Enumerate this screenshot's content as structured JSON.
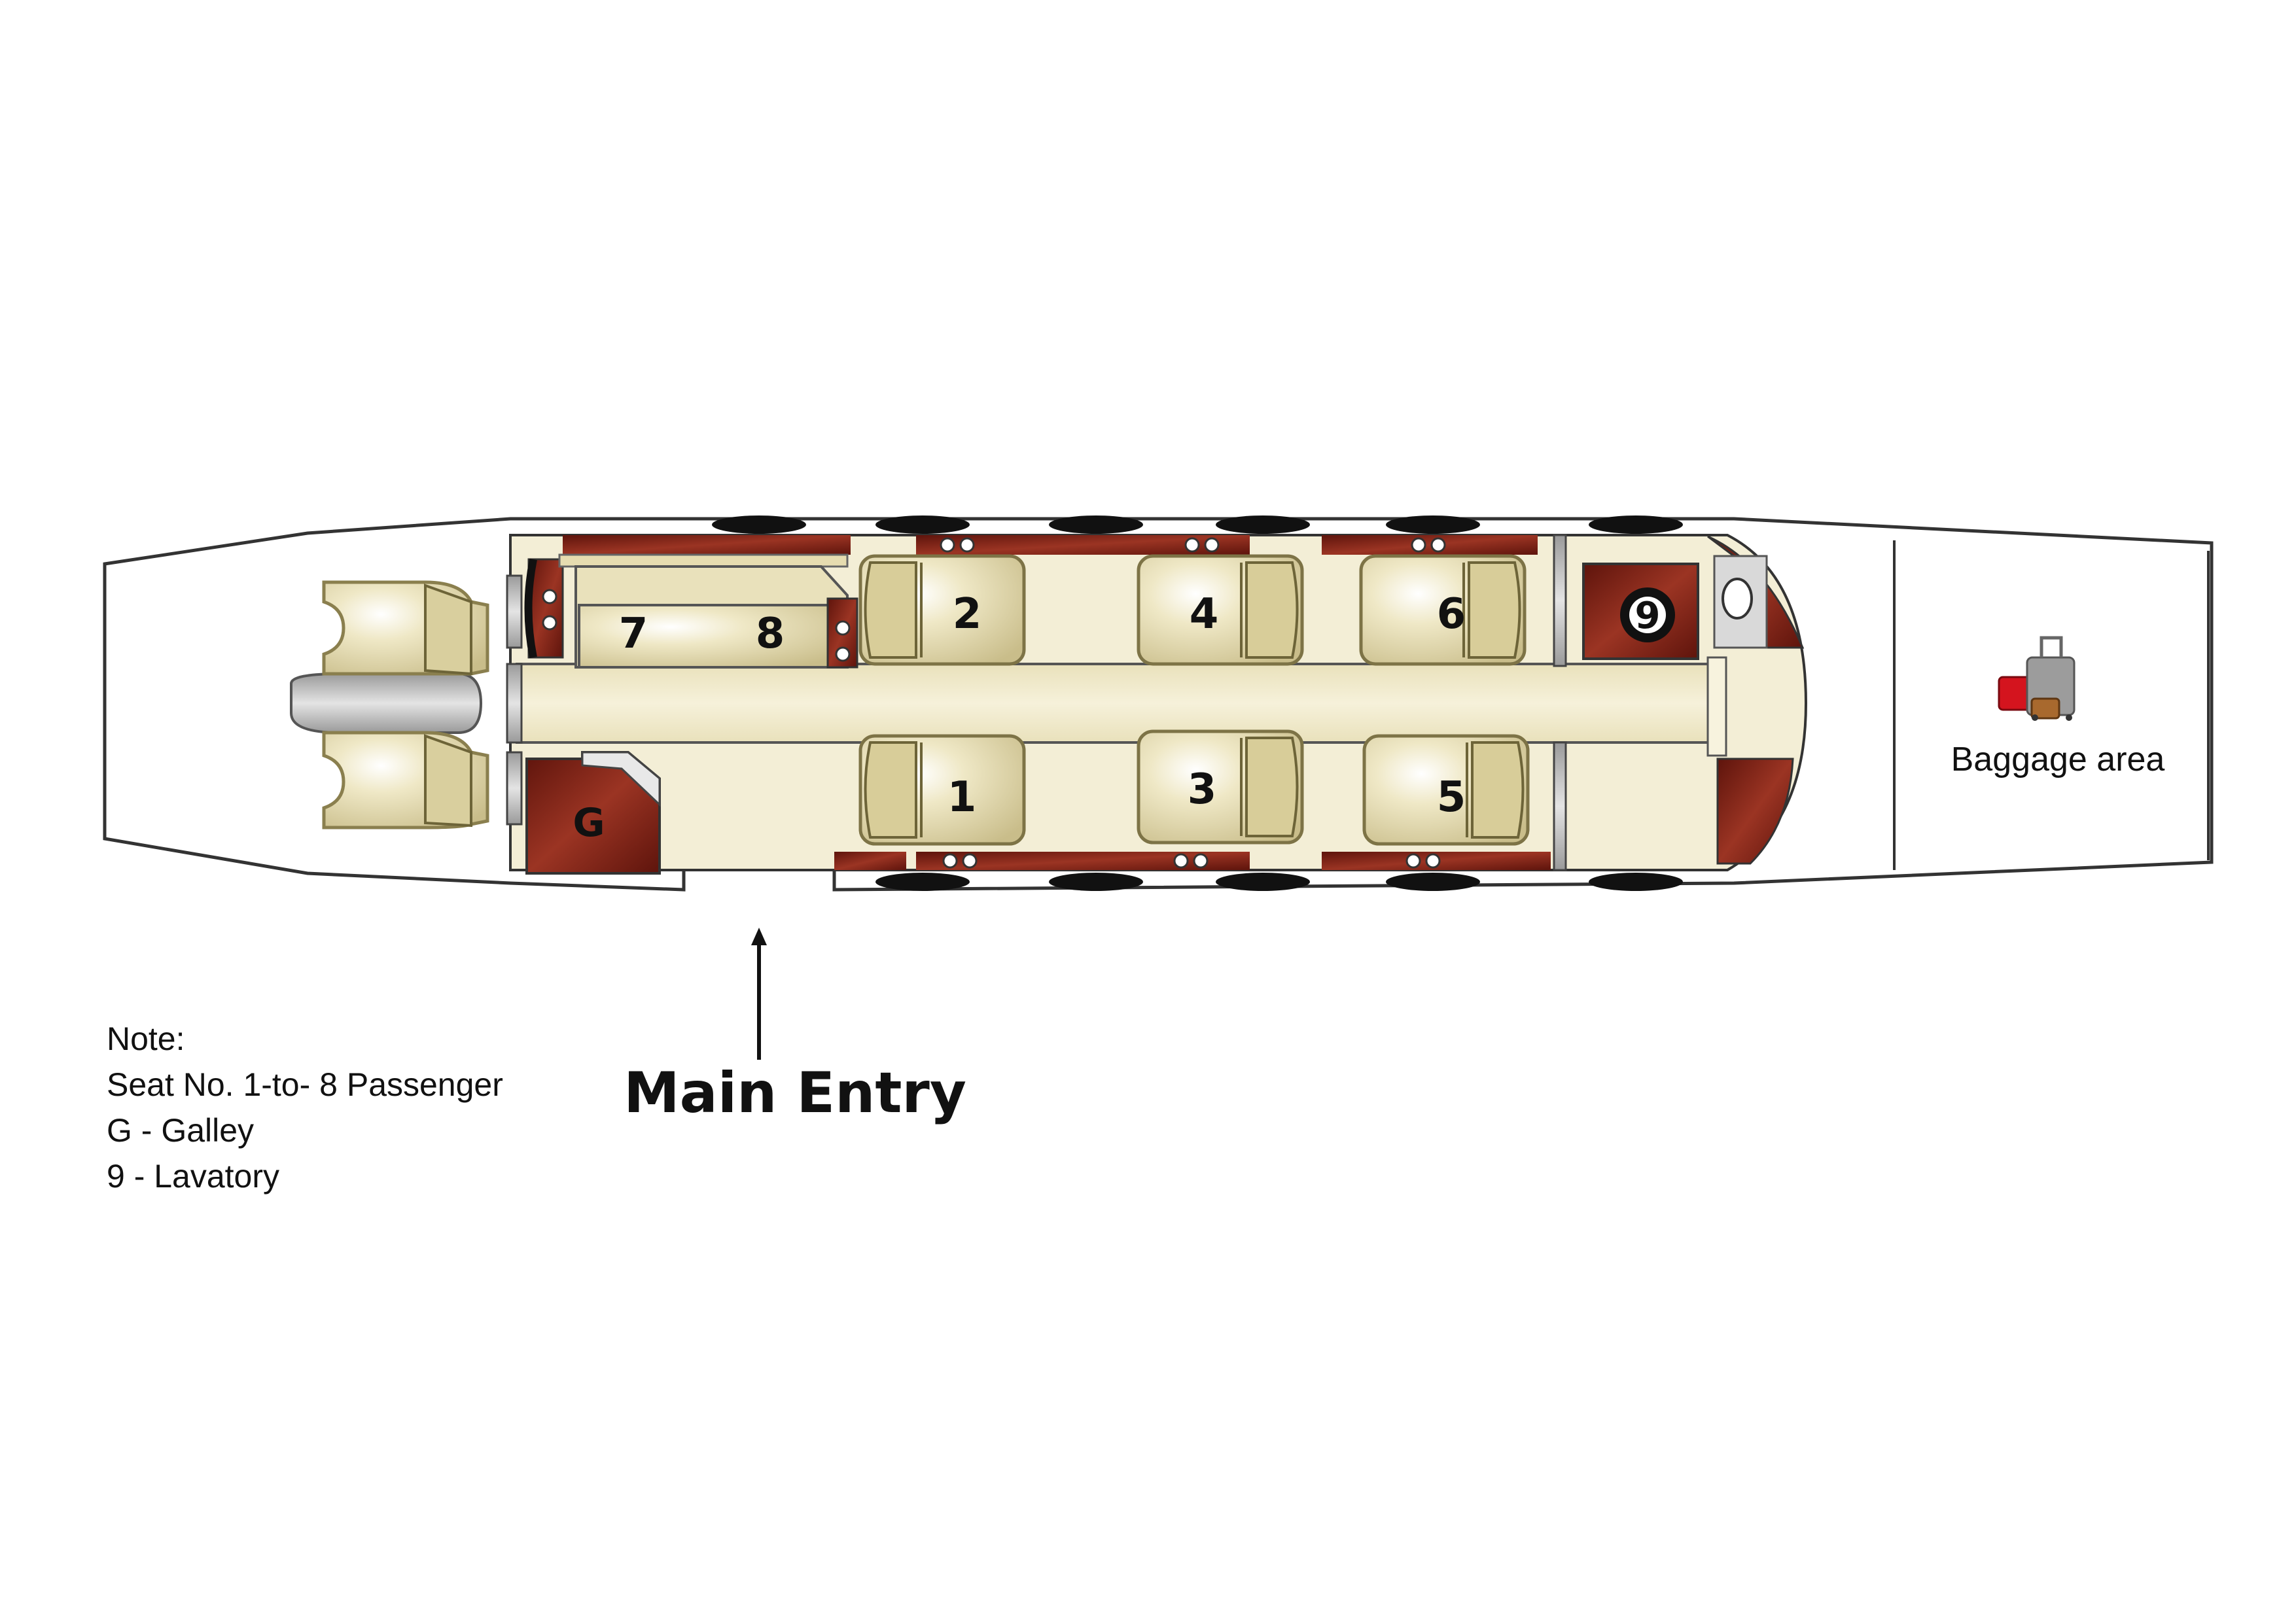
{
  "cabin": {
    "seats": [
      {
        "id": "seat-1",
        "number": "1"
      },
      {
        "id": "seat-2",
        "number": "2"
      },
      {
        "id": "seat-3",
        "number": "3"
      },
      {
        "id": "seat-4",
        "number": "4"
      },
      {
        "id": "seat-5",
        "number": "5"
      },
      {
        "id": "seat-6",
        "number": "6"
      },
      {
        "id": "seat-7",
        "number": "7"
      },
      {
        "id": "seat-8",
        "number": "8"
      }
    ],
    "galley_label": "G",
    "lavatory_label": "9",
    "baggage_label": "Baggage area",
    "entry_label": "Main Entry"
  },
  "note": {
    "lines": [
      "Note:",
      "Seat No. 1-to- 8 Passenger",
      "G - Galley",
      "9 - Lavatory"
    ]
  },
  "colors": {
    "wood": "#7a1f14",
    "wood_light": "#9b3423",
    "cream": "#efe8c6",
    "cream_dark": "#d6cb9c",
    "window": "#111111",
    "outline": "#222222",
    "grey": "#b8b8b8"
  }
}
